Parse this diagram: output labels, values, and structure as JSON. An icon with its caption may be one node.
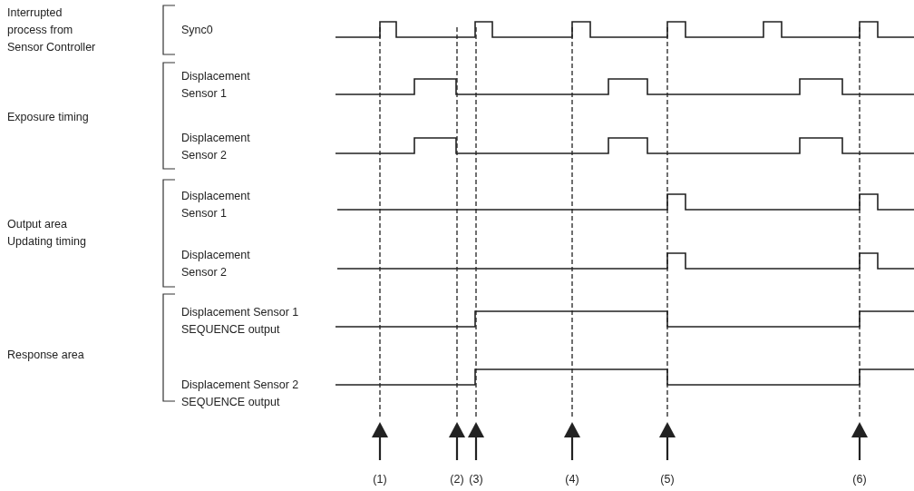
{
  "diagram": {
    "labels": [
      "Interrupted process from Sensor Controller",
      "Sync0",
      "Exposure timing",
      "Displacement Sensor 1",
      "Displacement Sensor 2",
      "Output area Updating timing",
      "Displacement Sensor 1",
      "Displacement Sensor 2",
      "Response area",
      "Displacement Sensor 1 SEQUENCE output",
      "Displacement Sensor 2 SEQUENCE output",
      "(1)",
      "(2)",
      "(3)",
      "(4)",
      "(5)",
      "(6)"
    ]
  }
}
